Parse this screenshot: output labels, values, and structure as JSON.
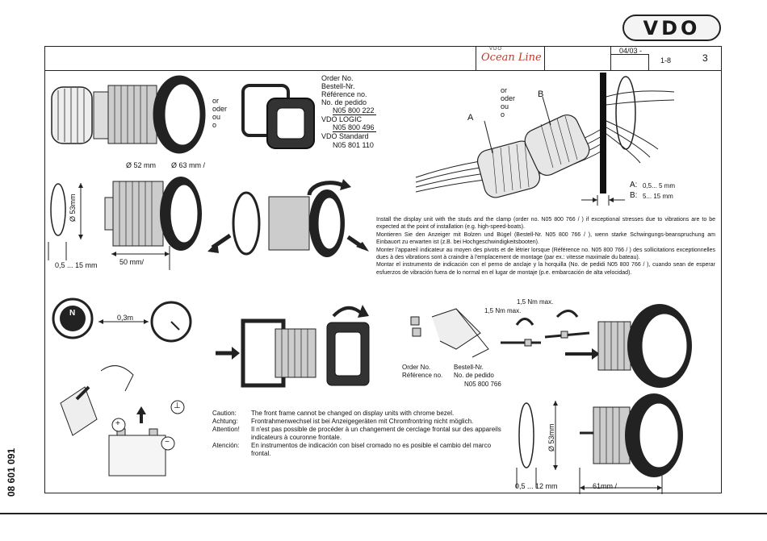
{
  "brand": {
    "logo_text": "VDO",
    "oceanline_vdo": "VDO",
    "oceanline_script": "Ocean Line"
  },
  "header": {
    "date": "04/03 -",
    "page_ref": "1-8",
    "page_no": "3"
  },
  "doc_code": "08 601 091",
  "top_left": {
    "alt": [
      "or",
      "oder",
      "ou",
      "o"
    ]
  },
  "order_block": {
    "lines": [
      "Order No.",
      "Bestell-Nr.",
      "Référence no.",
      "No. de pedido"
    ],
    "num1": "N05 800 222",
    "logic_label": "VDO LOGIC",
    "num2": "N05 800 496",
    "standard_label": "VDO Standard",
    "num3": "N05 801 110"
  },
  "cable_fig": {
    "alt": [
      "or",
      "oder",
      "ou",
      "o"
    ],
    "label_a": "A",
    "label_b": "B",
    "a_key": "A:",
    "a_val": "0,5... 5 mm",
    "b_key": "B:",
    "b_val": "5... 15 mm"
  },
  "dims1": {
    "d52": "Ø 52 mm",
    "d63": "Ø 63 mm /",
    "h53": "Ø 53mm",
    "thick": "0,5 ... 15 mm",
    "depth": "50 mm/"
  },
  "compass": {
    "dist": "0,3m",
    "n": "N"
  },
  "battery": {
    "plus": "+",
    "minus": "−",
    "ground": "⊥"
  },
  "install_text": [
    "Install the display unit with the studs and the clamp (order no. N05 800 766 /                              ) if exceptional stresses due to vibrations are to be expected at the point of installation (e.g. high-speed-boats).",
    "Montieren Sie den Anzeiger mit Bolzen und Bügel (Bestell-Nr. N05 800 766 /                              ), wenn starke Schwingungs-beanspruchung am Einbauort zu erwarten ist (z.B. bei Hochgeschwindigkeitsbooten).",
    "Monter l'appareil indicateur au moyen des pivots et de létrier lorsque (Référence no. N05 800 766 /                              ) des sollicitations exceptionnelles dues à des vibrations sont à craindre à l'emplacement de montage (par ex.: vitesse maximale du bateau).",
    "Montar el instrumento de indicación con el perno de anclaje y la horquilla (No. de pedidi N05 800 766 /                              ), cuando sean de esperar esfuerzos de vibración fuera de lo normal en el lugar de montaje (p.e. embarcación de alta velocidad)."
  ],
  "clamp_fig": {
    "torque1": "1,5 Nm max.",
    "torque2": "1,5 Nm max.",
    "order": [
      "Order No.",
      "Référence no."
    ],
    "bestell": [
      "Bestell-Nr.",
      "No. de pedido"
    ],
    "num": "N05 800 766"
  },
  "caution": [
    {
      "label": "Caution:",
      "text": "The front frame cannot be changed on display units with chrome bezel."
    },
    {
      "label": "Achtung:",
      "text": "Frontrahmenwechsel ist bei Anzeigegeräten mit Chromfrontring nicht möglich."
    },
    {
      "label": "Attention!",
      "text": "Il n'est pas possible de procéder à un changement de cerclage frontal sur des appareils indicateurs à couronne frontale."
    },
    {
      "label": "Atención:",
      "text": "En instrumentos de indicación con bisel cromado no es posible el cambio del marco frontal."
    }
  ],
  "dims2": {
    "h53": "Ø 53mm",
    "thick": "0,5 ... 12 mm",
    "depth": "61mm /"
  }
}
